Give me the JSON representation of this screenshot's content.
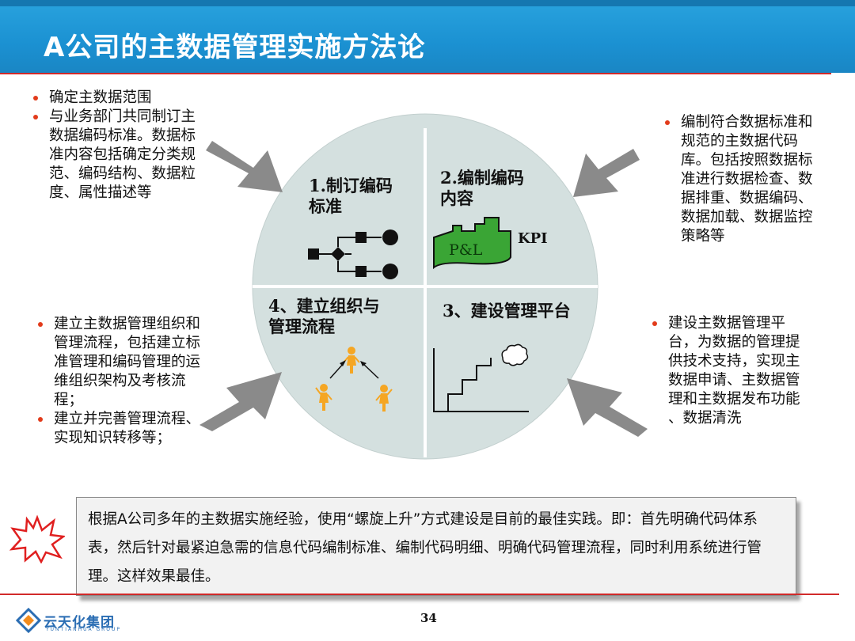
{
  "header": {
    "title": "A公司的主数据管理实施方法论"
  },
  "quadrants": {
    "q1": {
      "line1": "1.制订编码",
      "line2": "标准"
    },
    "q2": {
      "line1": "2.编制编码",
      "line2": "内容",
      "pl": "P&L",
      "kpi": "KPI"
    },
    "q3": {
      "line1": "3、建设管理平台"
    },
    "q4": {
      "line1": "4、建立组织与",
      "line2": "管理流程"
    }
  },
  "notes": {
    "top_left": [
      "确定主数据范围",
      "与业务部门共同制订主数据编码标准。数据标准内容包括确定分类规范、编码结构、数据粒度、属性描述等"
    ],
    "top_right": [
      "编制符合数据标准和规范的主数据代码库。包括按照数据标准进行数据检查、数据排重、数据编码、数据加载、数据监控策略等"
    ],
    "bottom_left": [
      "建立主数据管理组织和管理流程，包括建立标准管理和编码管理的运维组织架构及考核流程；",
      "建立并完善管理流程、实现知识转移等；"
    ],
    "bottom_right": [
      "建设主数据管理平台，为数据的管理提供技术支持，实现主数据申请、主数据管理和主数据发布功能 、数据清洗"
    ]
  },
  "summary": {
    "text": "根据A公司多年的主数据实施经验，使用“螺旋上升”方式建设是目前的最佳实践。即：首先明确代码体系表，然后针对最紧迫急需的信息代码编制标准、编制代码明细、明确代码管理流程，同时利用系统进行管理。这样效果最佳。"
  },
  "footer": {
    "page": "34",
    "logo_text": "云天化集团",
    "logo_sub": "YUNTIANHUA GROUP"
  },
  "colors": {
    "header_blue": "#1b91d2",
    "accent_red": "#d12a2a",
    "circle_fill": "#d4e0df",
    "figure_orange": "#f5a623",
    "pl_green": "#3aa535",
    "arrow_gray": "#888888"
  }
}
